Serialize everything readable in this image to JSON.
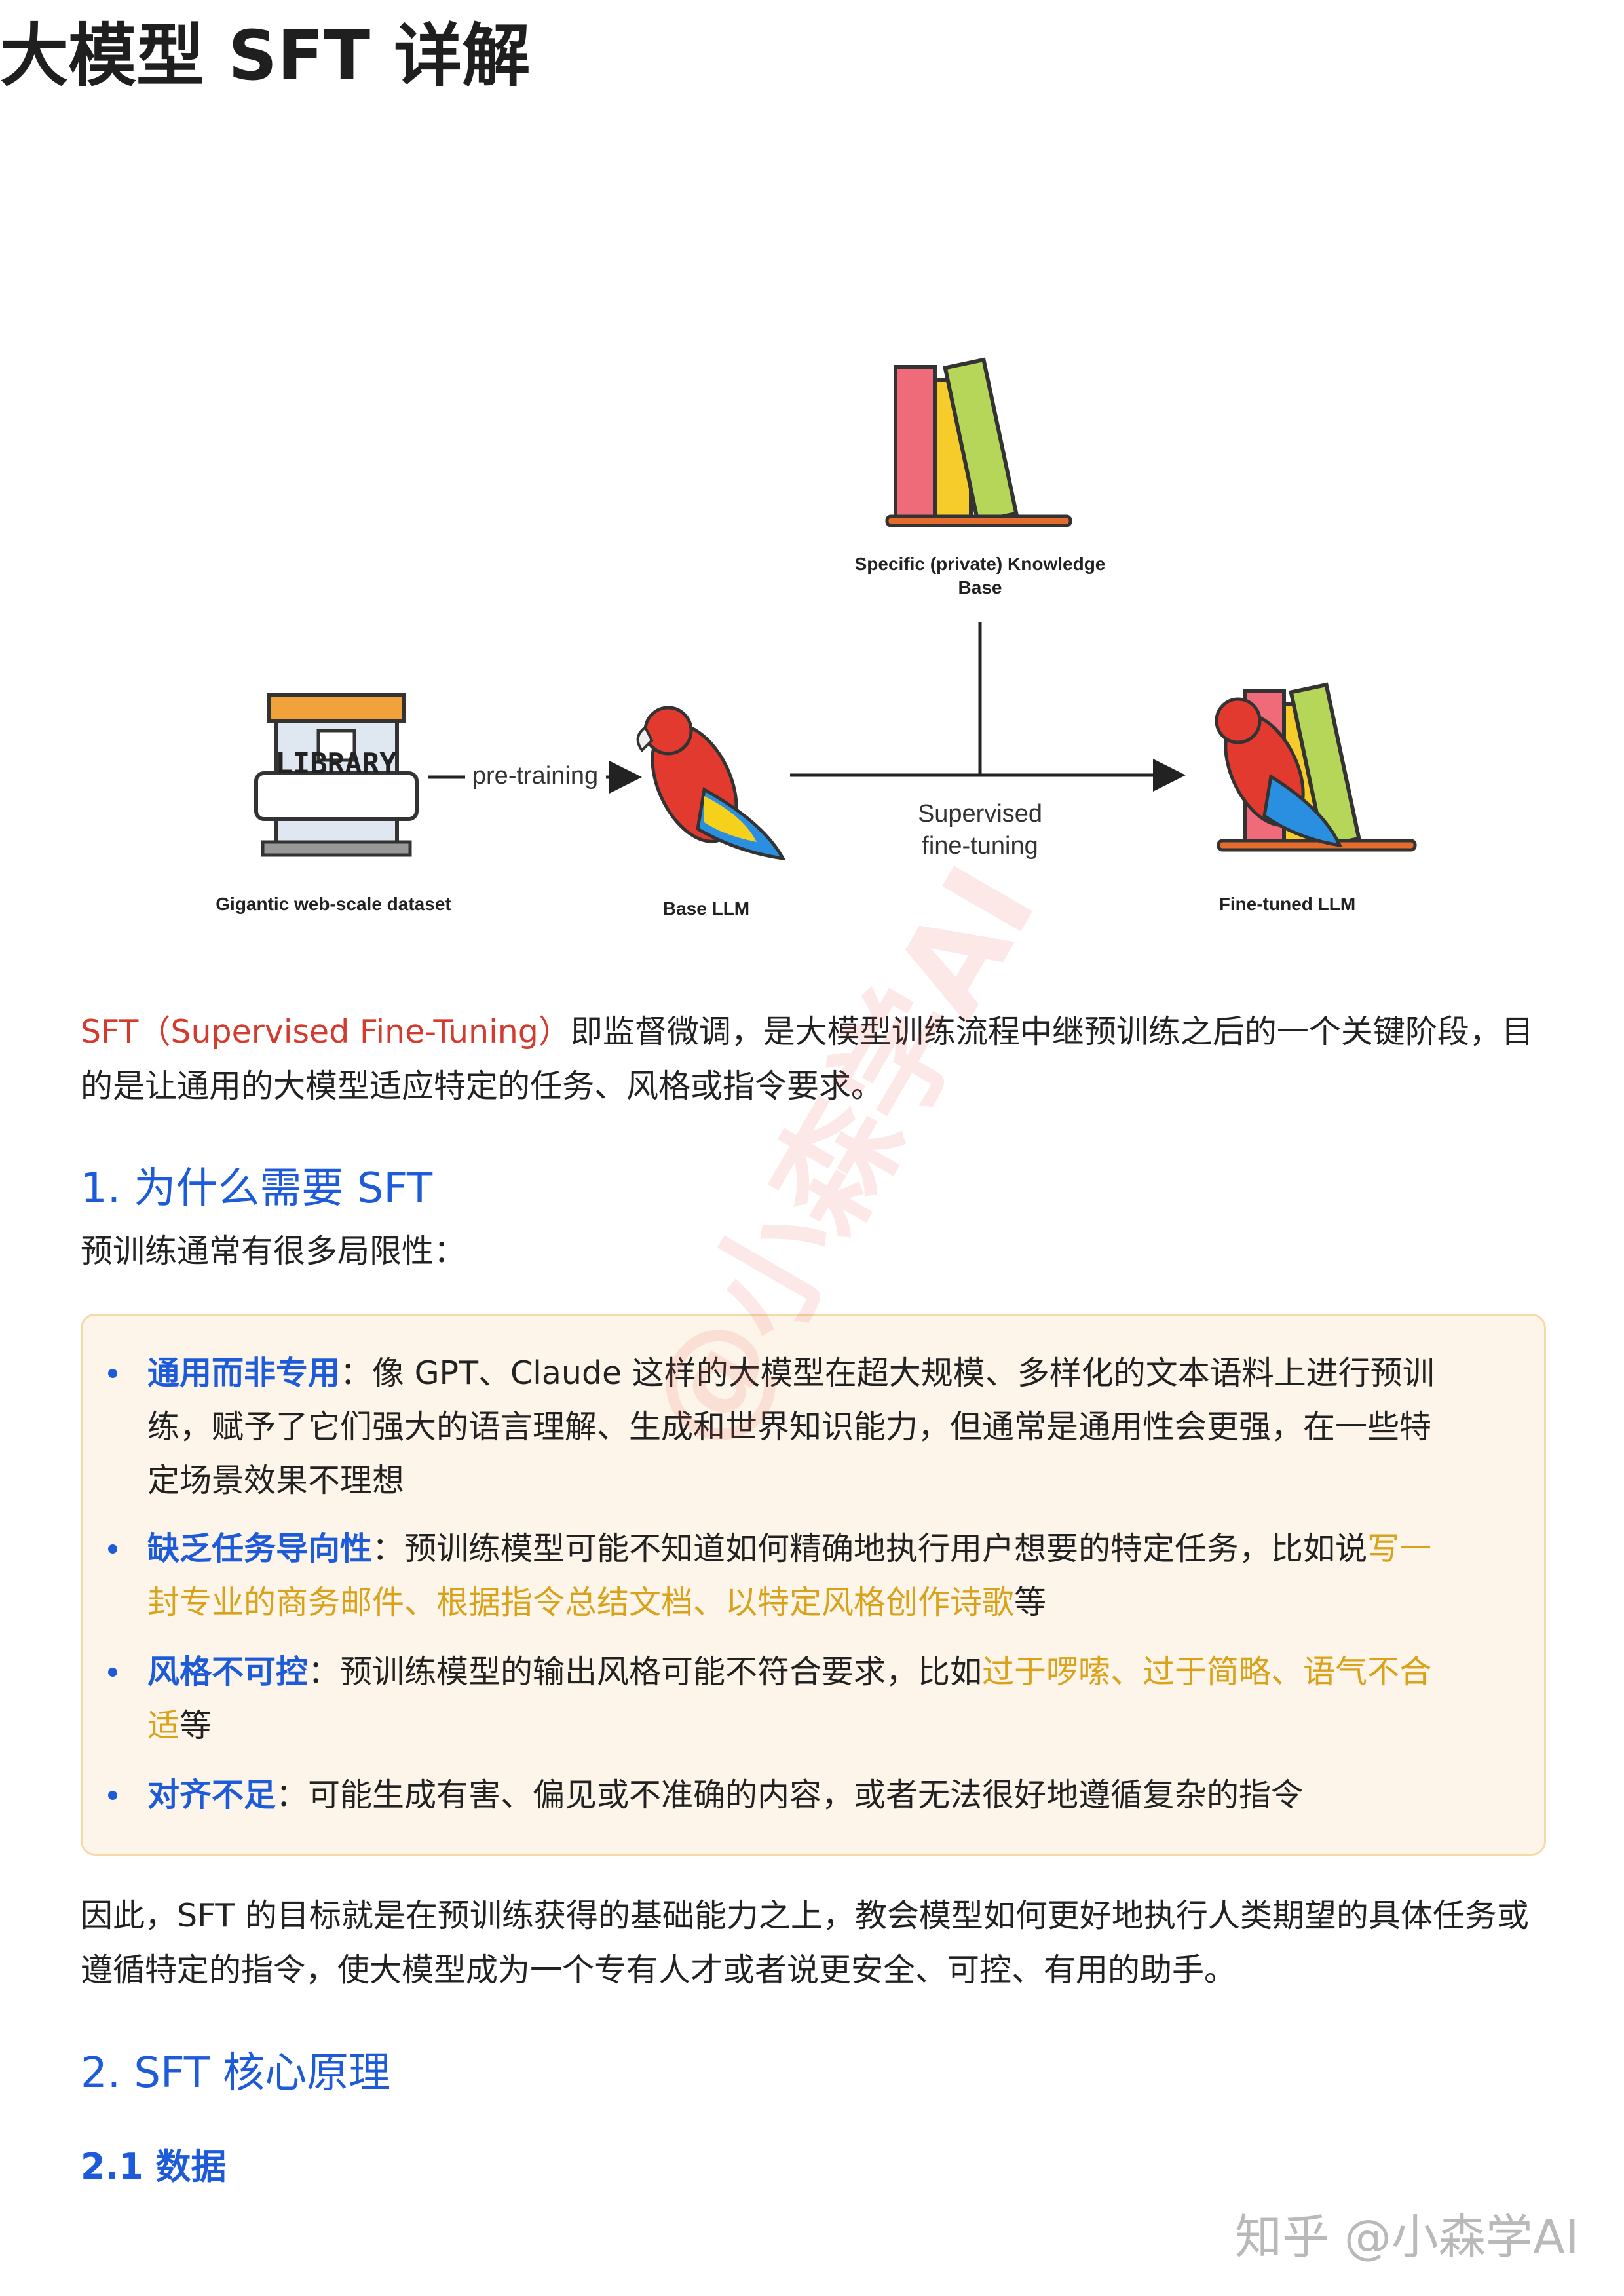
{
  "title": "大模型 SFT 详解",
  "diagram": {
    "kb_label_1": "Specific (private) Knowledge",
    "kb_label_2": "Base",
    "library_sign": "LIBRARY",
    "dataset_label": "Gigantic web-scale dataset",
    "pretraining_label": "pre-training",
    "base_llm_label": "Base LLM",
    "sft_label_1": "Supervised",
    "sft_label_2": "fine-tuning",
    "finetuned_label": "Fine-tuned LLM"
  },
  "intro": {
    "term": "SFT（Supervised Fine-Tuning）",
    "text": "即监督微调，是大模型训练流程中继预训练之后的一个关键阶段，目的是让通用的大模型适应特定的任务、风格或指令要求。"
  },
  "section1": {
    "heading": "1. 为什么需要 SFT",
    "lead": "预训练通常有很多局限性：",
    "bullets": [
      {
        "kw": "通用而非专用",
        "text": "：像 GPT、Claude 这样的大模型在超大规模、多样化的文本语料上进行预训练，赋予了它们强大的语言理解、生成和世界知识能力，但通常是通用性会更强，在一些特定场景效果不理想",
        "hl": "",
        "tail": ""
      },
      {
        "kw": "缺乏任务导向性",
        "text": "：预训练模型可能不知道如何精确地执行用户想要的特定任务，比如说",
        "hl": "写一封专业的商务邮件、根据指令总结文档、以特定风格创作诗歌",
        "tail": "等"
      },
      {
        "kw": "风格不可控",
        "text": "：预训练模型的输出风格可能不符合要求，比如",
        "hl": "过于啰嗦、过于简略、语气不合适",
        "tail": "等"
      },
      {
        "kw": "对齐不足",
        "text": "：可能生成有害、偏见或不准确的内容，或者无法很好地遵循复杂的指令",
        "hl": "",
        "tail": ""
      }
    ],
    "conclusion": "因此，SFT 的目标就是在预训练获得的基础能力之上，教会模型如何更好地执行人类期望的具体任务或遵循特定的指令，使大模型成为一个专有人才或者说更安全、可控、有用的助手。"
  },
  "section2": {
    "heading": "2. SFT 核心原理",
    "sub": "2.1 数据"
  },
  "watermark": "@小森学AI",
  "footer": "知乎 @小森学AI",
  "colors": {
    "accent_blue": "#1e5bd8",
    "term_red": "#d23b2e",
    "highlight_orange": "#d9a21b",
    "box_bg": "#fdf5ea"
  }
}
